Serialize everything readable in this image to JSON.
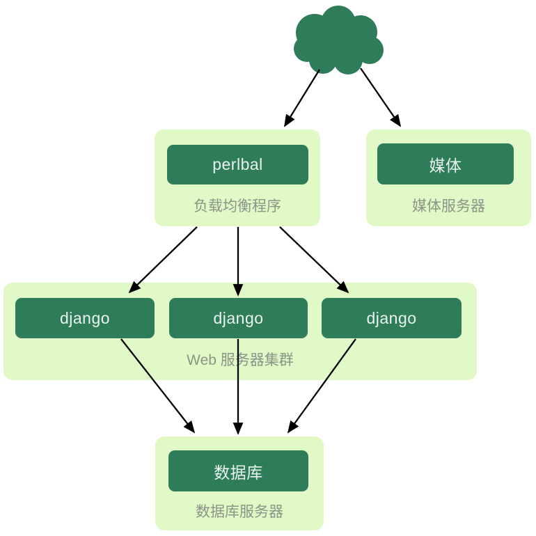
{
  "diagram": {
    "load_balancer": {
      "label": "perlbal",
      "caption": "负载均衡程序"
    },
    "media_server": {
      "label": "媒体",
      "caption": "媒体服务器"
    },
    "web_cluster": {
      "caption": "Web 服务器集群",
      "servers": [
        "django",
        "django",
        "django"
      ]
    },
    "database": {
      "label": "数据库",
      "caption": "数据库服务器"
    },
    "edges": [
      {
        "from": "cloud",
        "to": "load_balancer"
      },
      {
        "from": "cloud",
        "to": "media_server"
      },
      {
        "from": "load_balancer",
        "to": "django_1"
      },
      {
        "from": "load_balancer",
        "to": "django_2"
      },
      {
        "from": "load_balancer",
        "to": "django_3"
      },
      {
        "from": "django_1",
        "to": "database"
      },
      {
        "from": "django_2",
        "to": "database"
      },
      {
        "from": "django_3",
        "to": "database"
      }
    ],
    "colors": {
      "node_fill": "#2e7c5a",
      "panel_fill": "#e1f9c6",
      "node_text": "#e9f4ec",
      "caption_text": "#8c9487",
      "arrow": "#000000"
    }
  }
}
